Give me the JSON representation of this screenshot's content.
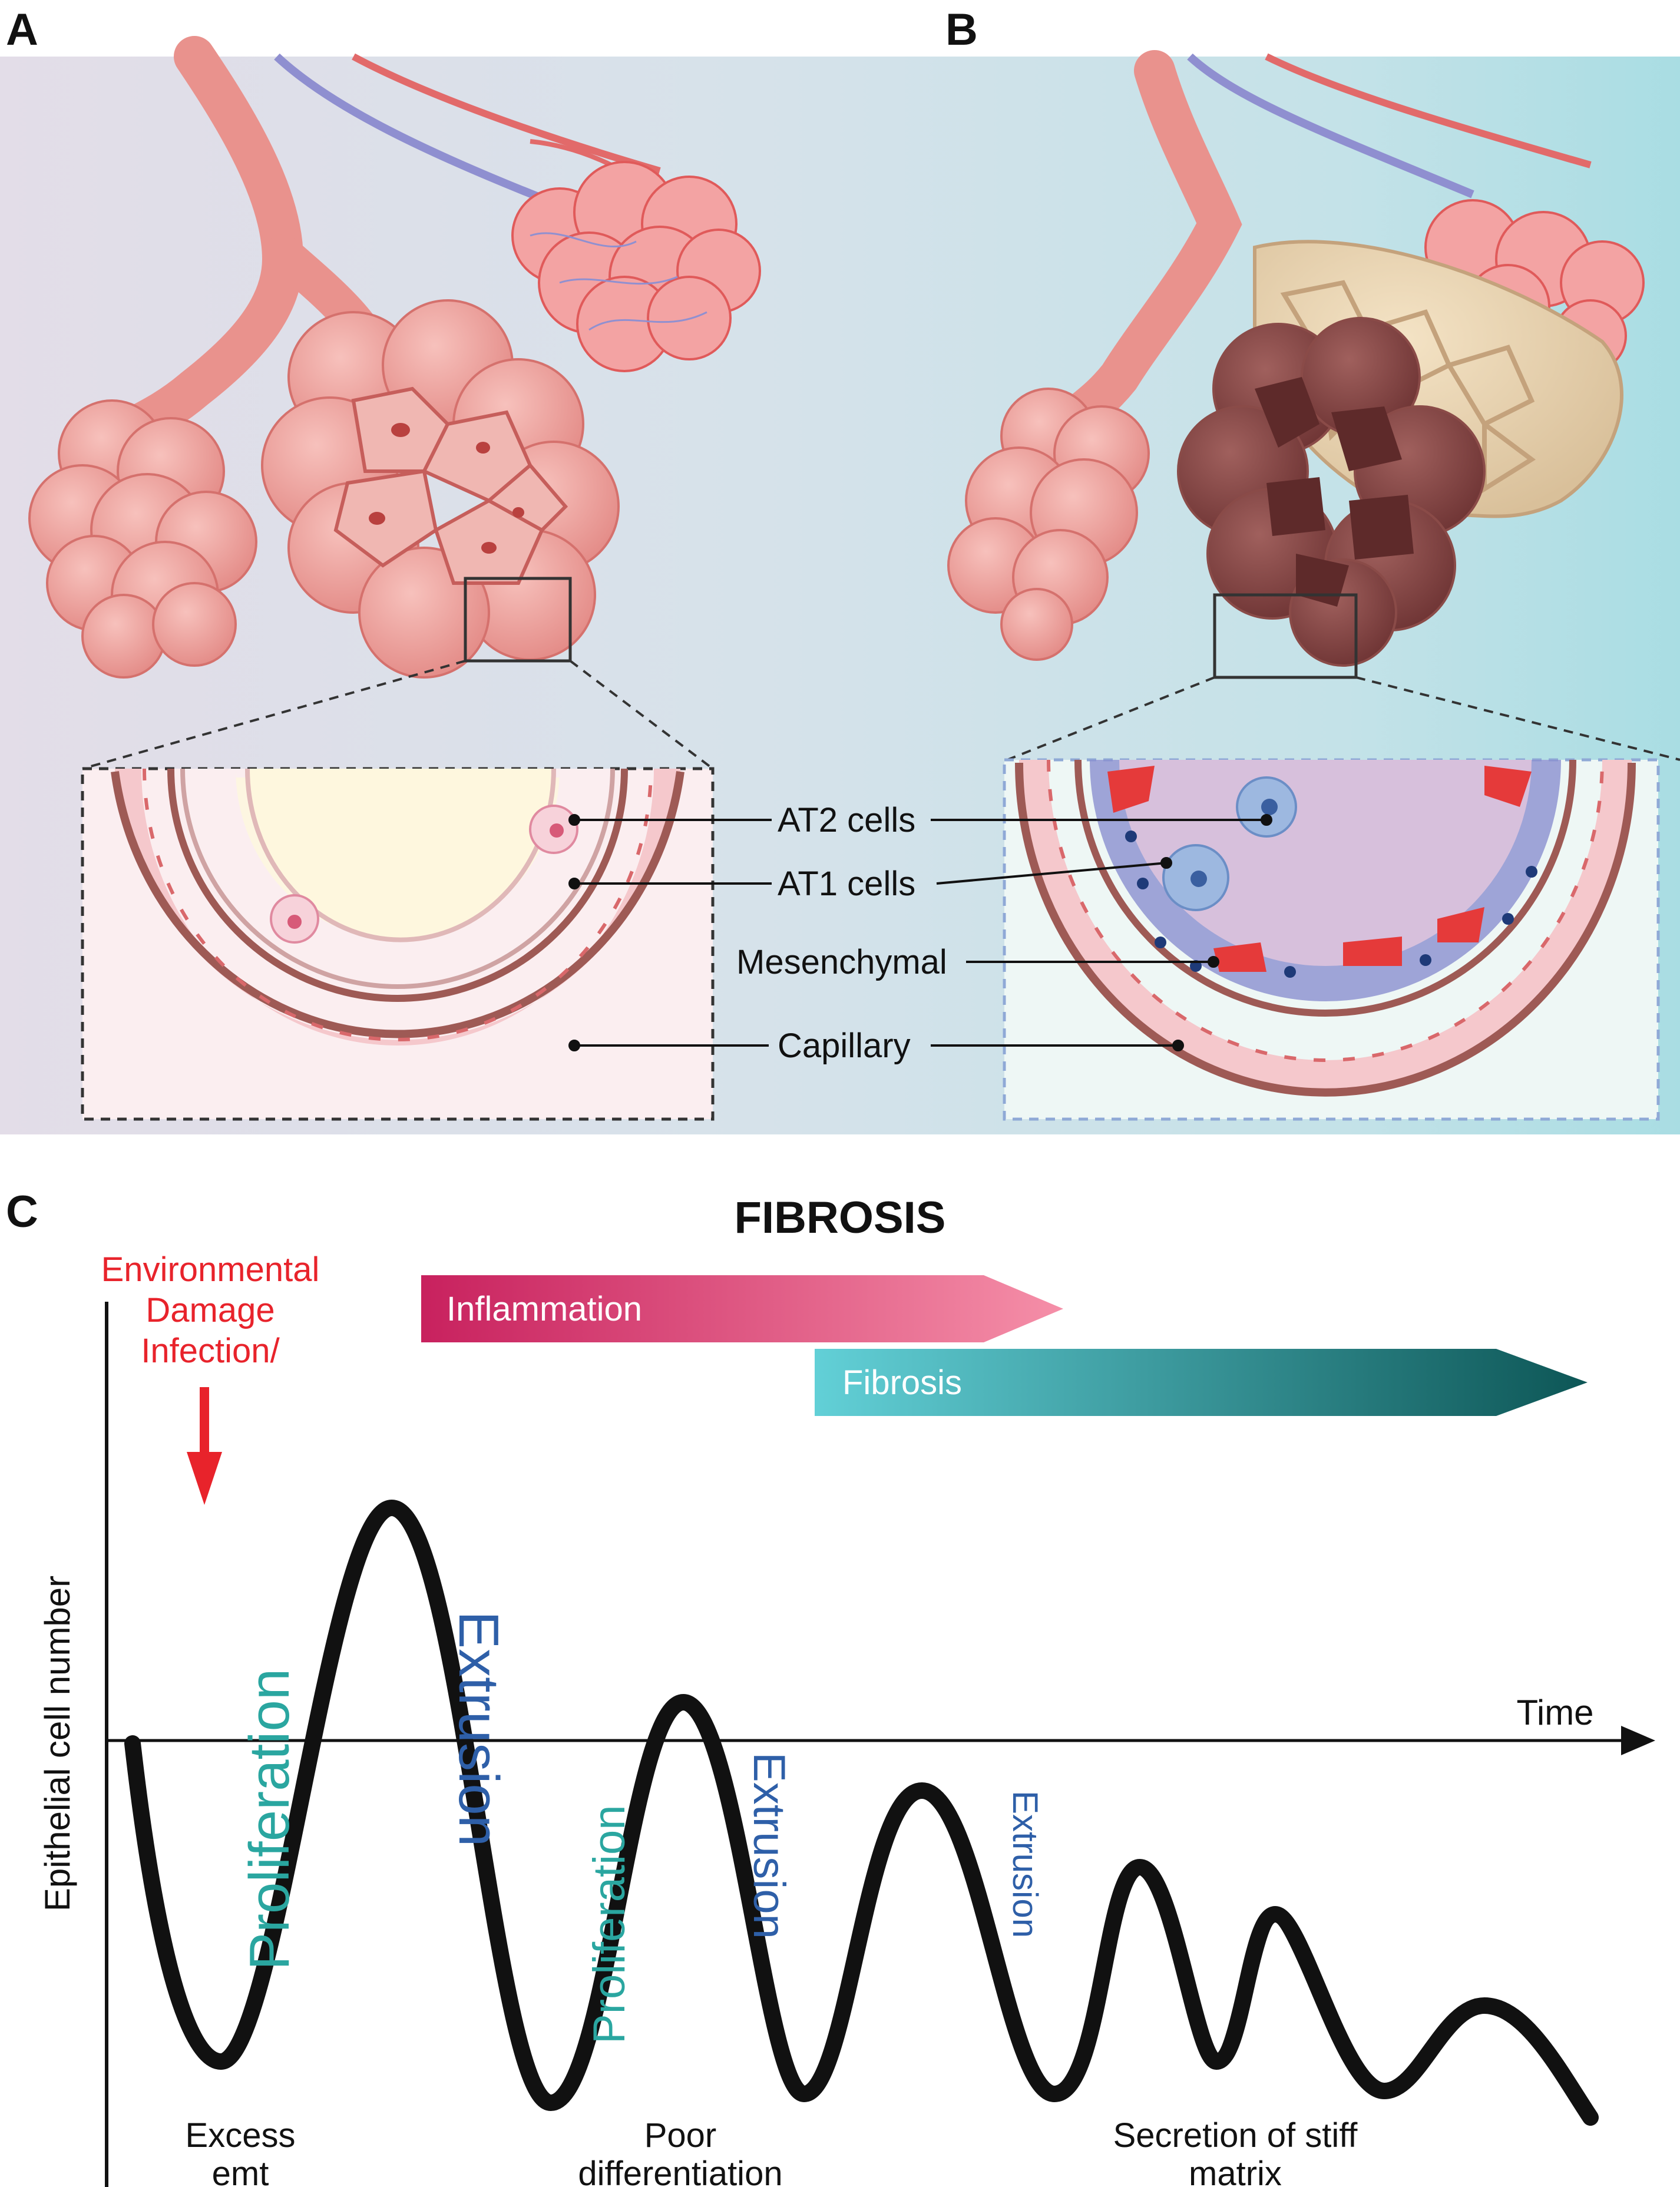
{
  "panels": {
    "a": "A",
    "b": "B",
    "c": "C"
  },
  "callouts": {
    "at2": "AT2 cells",
    "at1": "AT1 cells",
    "mesenchymal": "Mesenchymal",
    "capillary": "Capillary"
  },
  "chart": {
    "title": "FIBROSIS",
    "trigger": [
      "Environmental",
      "Damage",
      "Infection/"
    ],
    "bars": {
      "inflammation": "Inflammation",
      "fibrosis": "Fibrosis"
    },
    "ylabel": "Epithelial cell number",
    "xlabel": "Time",
    "phase_labels": {
      "prolif_1": "Proliferation",
      "extru_1": "Extrusion",
      "prolif_2": "Proliferation",
      "extru_2": "Extrusion",
      "extru_3": "Extrusion"
    },
    "stages": {
      "excess": [
        "Excess",
        "emt"
      ],
      "poor": [
        "Poor",
        "differentiation"
      ],
      "secretion": [
        "Secretion of  stiff",
        "matrix"
      ]
    }
  },
  "colors": {
    "trigger_red": "#e8232b",
    "proliferation_teal": "#2aa6a0",
    "extrusion_blue": "#2e5fa8",
    "inflammation_start": "#c8215e",
    "inflammation_end": "#f28aa5",
    "fibrosis_start": "#5fcfd6",
    "fibrosis_end": "#0f5a5a"
  }
}
